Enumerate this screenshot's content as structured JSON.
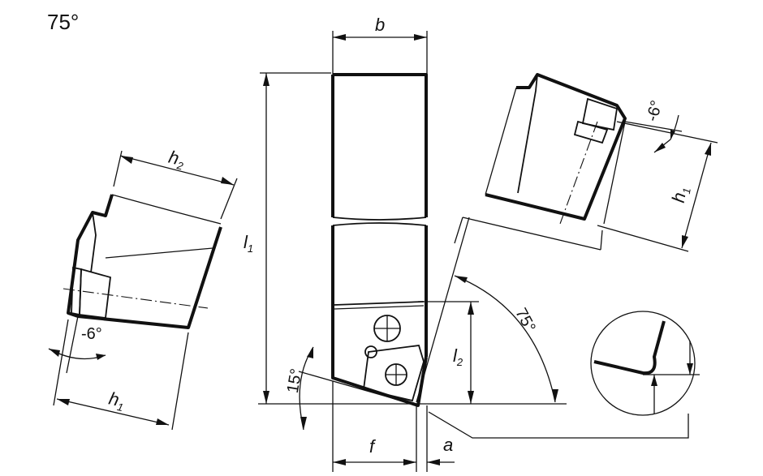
{
  "title": "75°",
  "dimensions": {
    "b": "b",
    "l1": "l",
    "l1_sub": "1",
    "l2": "l",
    "l2_sub": "2",
    "h1_left": "h",
    "h1_left_sub": "1",
    "h1_right": "h",
    "h1_right_sub": "1",
    "h2": "h",
    "h2_sub": "2",
    "f": "f",
    "a": "a"
  },
  "angles": {
    "top_angle": "75°",
    "left_angle": "15°",
    "left_view_angle": "-6°",
    "right_view_angle": "-6°"
  }
}
